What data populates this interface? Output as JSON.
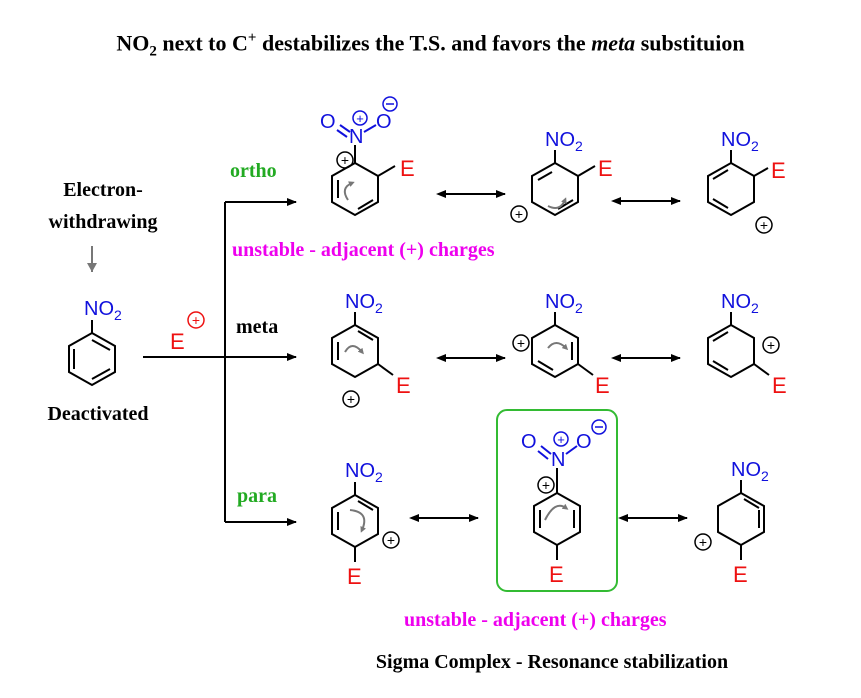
{
  "title": {
    "part1": "NO",
    "sub": "2",
    "part2": " next to C",
    "sup": "+",
    "part3": " destabilizes the T.S. and favors the ",
    "italic": "meta",
    "part4": " substituion"
  },
  "left": {
    "electron_line1": "Electron-",
    "electron_line2": "withdrawing",
    "deactivated": "Deactivated",
    "substituent": "NO2",
    "electrophile": "E"
  },
  "labels": {
    "ortho": "ortho",
    "meta": "meta",
    "para": "para",
    "unstable_ortho": "unstable - adjacent (+) charges",
    "unstable_para": "unstable - adjacent (+) charges",
    "footer": "Sigma Complex - Resonance stabilization"
  },
  "atoms": {
    "E": "E",
    "NO2": "NO2",
    "N": "N",
    "O": "O"
  },
  "colors": {
    "green": "#22aa22",
    "magenta": "#ee00ee",
    "red": "#ee1111",
    "blue": "#1111dd",
    "box": "#33bb33",
    "gray": "#777777"
  }
}
